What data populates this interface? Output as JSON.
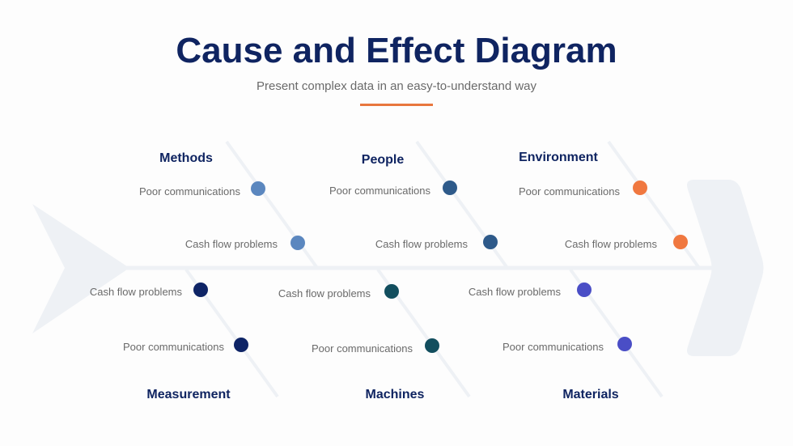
{
  "header": {
    "title": "Cause and Effect Diagram",
    "subtitle": "Present complex data in an easy-to-understand way"
  },
  "colors": {
    "methods": "#5b87bf",
    "people": "#2e5a8a",
    "environment": "#f07840",
    "measurement": "#0e2466",
    "machines": "#124e5e",
    "materials": "#4a4ec6"
  },
  "categories": {
    "methods": {
      "name": "Methods",
      "causes": [
        "Poor communications",
        "Cash flow problems"
      ]
    },
    "people": {
      "name": "People",
      "causes": [
        "Poor communications",
        "Cash flow problems"
      ]
    },
    "environment": {
      "name": "Environment",
      "causes": [
        "Poor communications",
        "Cash flow problems"
      ]
    },
    "measurement": {
      "name": "Measurement",
      "causes": [
        "Cash flow problems",
        "Poor communications"
      ]
    },
    "machines": {
      "name": "Machines",
      "causes": [
        "Cash flow problems",
        "Poor communications"
      ]
    },
    "materials": {
      "name": "Materials",
      "causes": [
        "Cash flow problems",
        "Poor communications"
      ]
    }
  }
}
